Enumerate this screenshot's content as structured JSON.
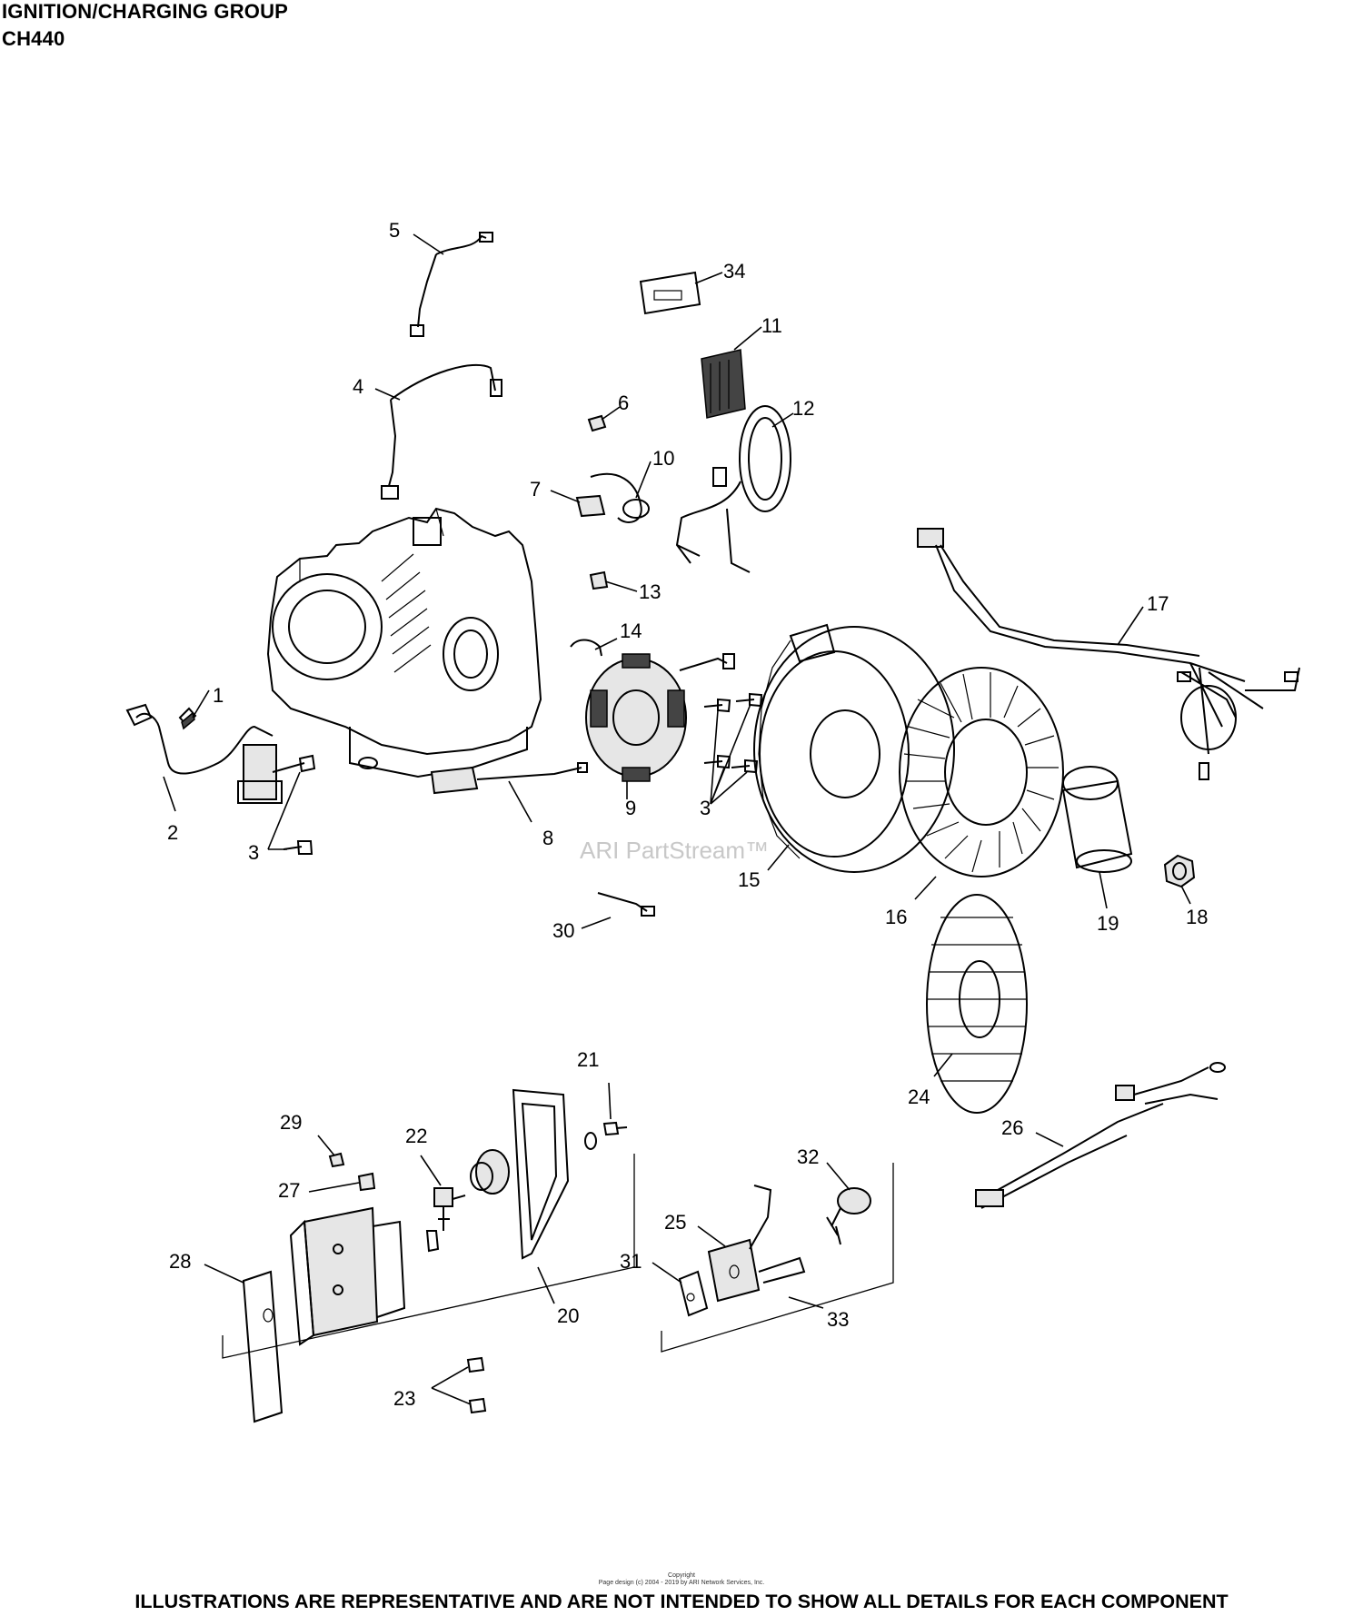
{
  "header": {
    "title": "IGNITION/CHARGING GROUP",
    "model": "CH440"
  },
  "watermark": "ARI PartStream™",
  "callouts": {
    "c1": "1",
    "c2": "2",
    "c3a": "3",
    "c3b": "3",
    "c4": "4",
    "c5": "5",
    "c6": "6",
    "c7": "7",
    "c8": "8",
    "c9": "9",
    "c10": "10",
    "c11": "11",
    "c12": "12",
    "c13": "13",
    "c14": "14",
    "c15": "15",
    "c16": "16",
    "c17": "17",
    "c18": "18",
    "c19": "19",
    "c20": "20",
    "c21": "21",
    "c22": "22",
    "c23": "23",
    "c24": "24",
    "c25": "25",
    "c26": "26",
    "c27": "27",
    "c28": "28",
    "c29": "29",
    "c30": "30",
    "c31": "31",
    "c32": "32",
    "c33": "33",
    "c34": "34"
  },
  "copyright": {
    "line1": "Copyright",
    "line2": "Page design (c) 2004 - 2019 by ARI Network Services, Inc."
  },
  "footer": "ILLUSTRATIONS ARE REPRESENTATIVE AND ARE NOT INTENDED TO SHOW ALL DETAILS FOR EACH COMPONENT"
}
